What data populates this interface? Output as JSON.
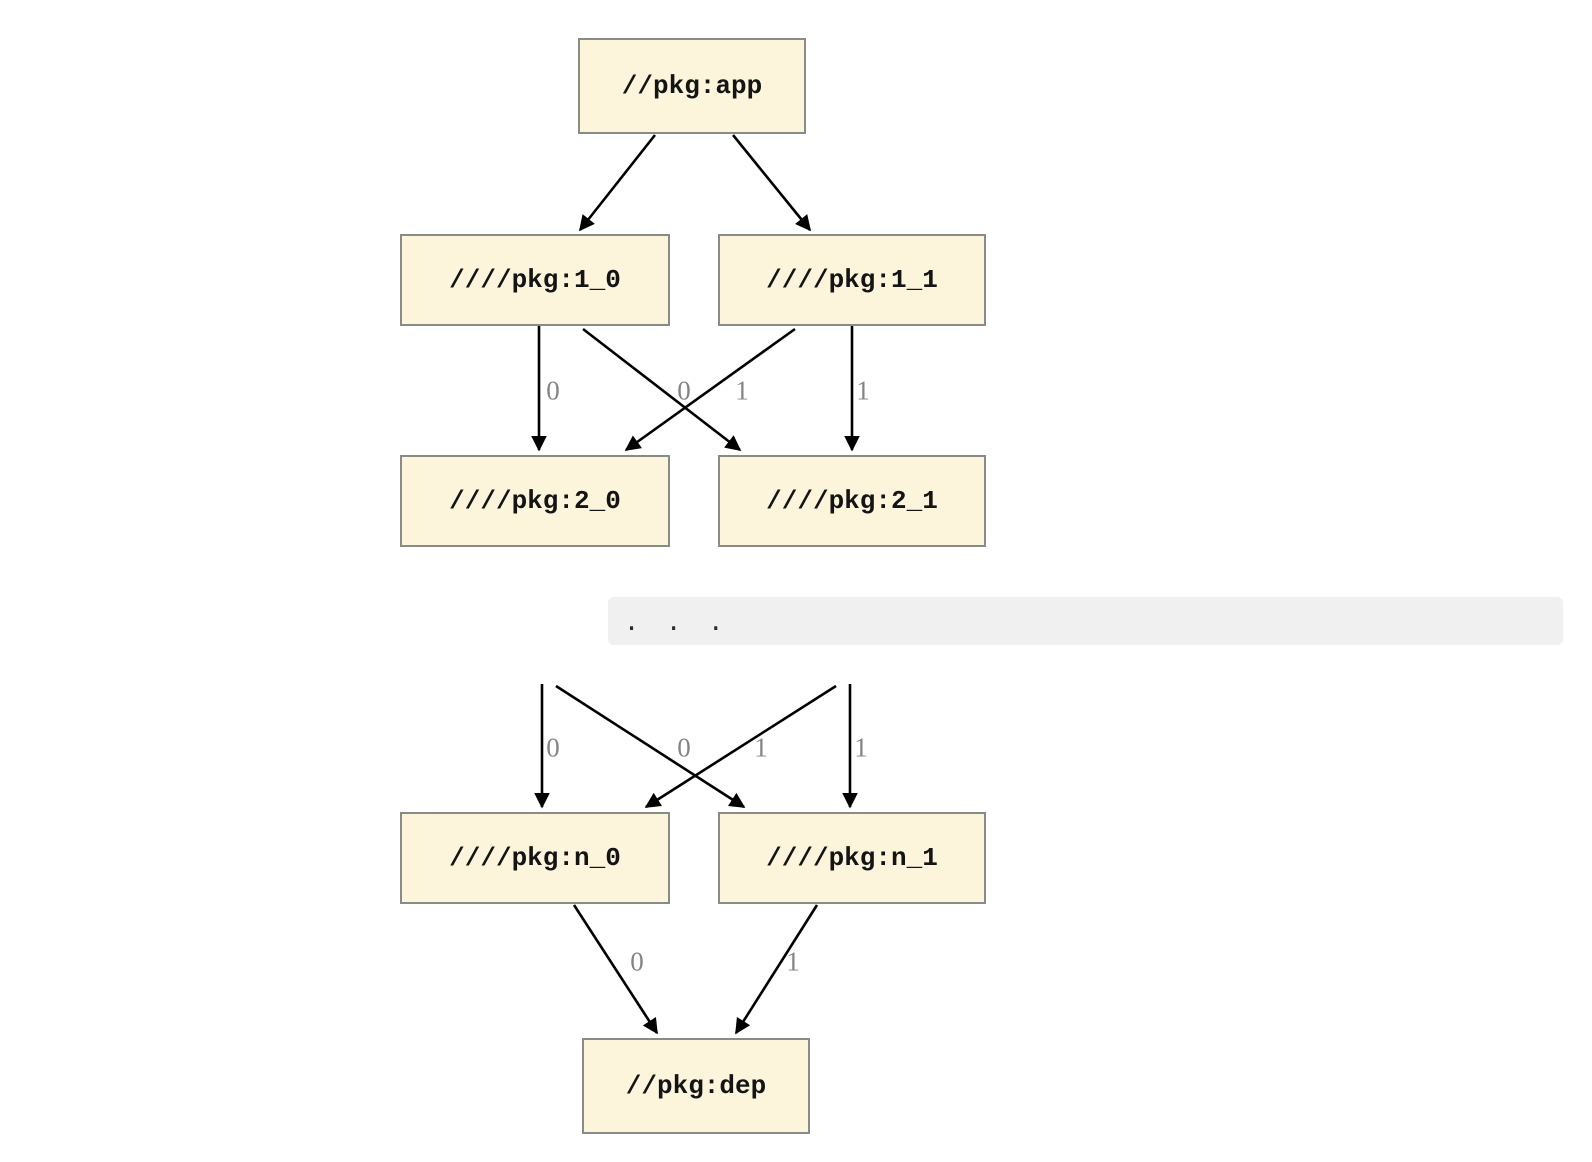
{
  "diagram": {
    "nodes": {
      "app": {
        "label": "//pkg:app"
      },
      "v1_0": {
        "label": "////pkg:1_0"
      },
      "v1_1": {
        "label": "////pkg:1_1"
      },
      "v2_0": {
        "label": "////pkg:2_0"
      },
      "v2_1": {
        "label": "////pkg:2_1"
      },
      "vn_0": {
        "label": "////pkg:n_0"
      },
      "vn_1": {
        "label": "////pkg:n_1"
      },
      "dep": {
        "label": "//pkg:dep"
      }
    },
    "ellipsis": ". . .",
    "edge_labels": {
      "tier1": [
        "0",
        "0",
        "1",
        "1"
      ],
      "tier2": [
        "0",
        "0",
        "1",
        "1"
      ],
      "tier3": [
        "0",
        "1"
      ]
    },
    "edges": [
      {
        "from": "//pkg:app",
        "to": "////pkg:1_0",
        "label": ""
      },
      {
        "from": "//pkg:app",
        "to": "////pkg:1_1",
        "label": ""
      },
      {
        "from": "////pkg:1_0",
        "to": "////pkg:2_0",
        "label": "0"
      },
      {
        "from": "////pkg:1_1",
        "to": "////pkg:2_0",
        "label": "0"
      },
      {
        "from": "////pkg:1_0",
        "to": "////pkg:2_1",
        "label": "1"
      },
      {
        "from": "////pkg:1_1",
        "to": "////pkg:2_1",
        "label": "1"
      },
      {
        "from": ". . .",
        "to": "////pkg:n_0",
        "label": "0"
      },
      {
        "from": ". . .",
        "to": "////pkg:n_0",
        "label": "0"
      },
      {
        "from": ". . .",
        "to": "////pkg:n_1",
        "label": "1"
      },
      {
        "from": ". . .",
        "to": "////pkg:n_1",
        "label": "1"
      },
      {
        "from": "////pkg:n_0",
        "to": "//pkg:dep",
        "label": "0"
      },
      {
        "from": "////pkg:n_1",
        "to": "//pkg:dep",
        "label": "1"
      }
    ],
    "colors": {
      "node_fill": "#fcf5dc",
      "node_border": "#878c87",
      "edge": "#000000",
      "edge_label": "#848484",
      "ellipsis_bg": "#f0f0f0"
    }
  }
}
